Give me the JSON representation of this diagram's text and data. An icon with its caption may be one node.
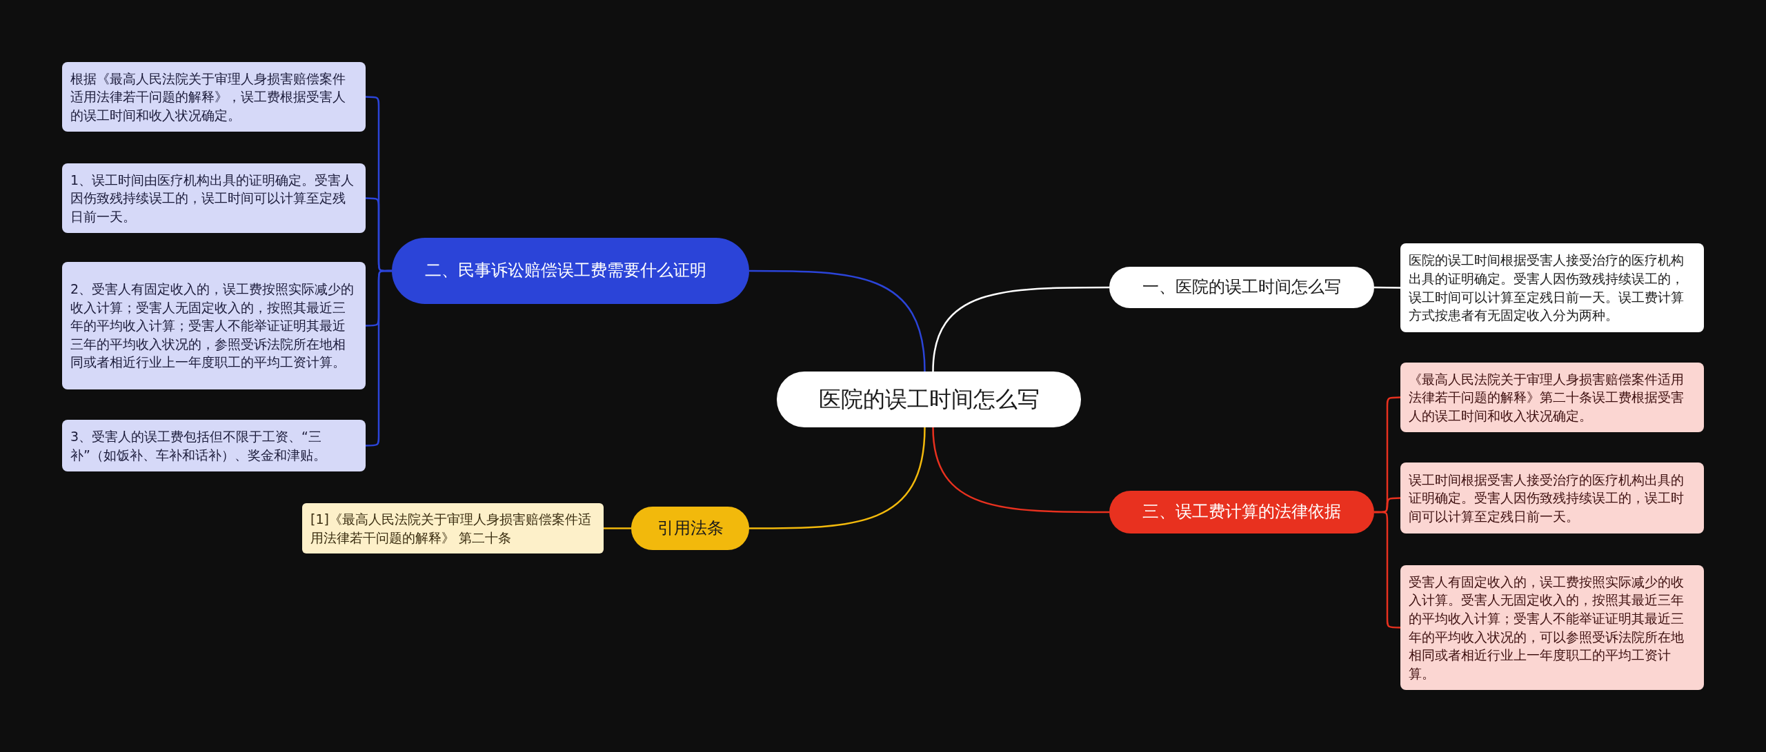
{
  "diagram": {
    "nodes": [
      {
        "text": [
          "医院的误工时间怎么写"
        ]
      },
      {
        "text": [
          "一、医院的误工时间怎么写"
        ]
      },
      {
        "text": [
          "医院的误工时间根据受害人接受治疗的医疗机构出具的证明确定。受害人因伤致残持续误工的，误工时间可以计算至定残日前一天。误工费计算方式按患者有无固定收入分为两种。"
        ]
      },
      {
        "text": [
          "二、民事诉讼赔偿误工费需要什么证明"
        ]
      },
      {
        "text": [
          "根据《最高人民法院关于审理人身损害赔偿案件适用法律若干问题的解释》，误工费根据受害人的误工时间和收入状况确定。"
        ]
      },
      {
        "text": [
          "1、误工时间由医疗机构出具的证明确定。受害人因伤致残持续误工的，误工时间可以计算至定残日前一天。"
        ]
      },
      {
        "text": [
          "2、受害人有固定收入的，误工费按照实际减少的收入计算；受害人无固定收入的，按照其最近三年的平均收入计算；受害人不能举证证明其最近三年的平均收入状况的，参照受诉法院所在地相同或者相近行业上一年度职工的平均工资计算。"
        ]
      },
      {
        "text": [
          "3、受害人的误工费包括但不限于工资、“三补”（如饭补、车补和话补）、奖金和津贴。"
        ]
      },
      {
        "text": [
          "三、误工费计算的法律依据"
        ]
      },
      {
        "text": [
          "《最高人民法院关于审理人身损害赔偿案件适用法律若干问题的解释》第二十条误工费根据受害人的误工时间和收入状况确定。"
        ]
      },
      {
        "text": [
          "误工时间根据受害人接受治疗的医疗机构出具的证明确定。受害人因伤致残持续误工的，误工时间可以计算至定残日前一天。"
        ]
      },
      {
        "text": [
          "受害人有固定收入的，误工费按照实际减少的收入计算。受害人无固定收入的，按照其最近三年的平均收入计算；受害人不能举证证明其最近三年的平均收入状况的，可以参照受诉法院所在地相同或者相近行业上一年度职工的平均工资计算。"
        ]
      },
      {
        "text": [
          "引用法条"
        ]
      },
      {
        "text": [
          "[1]《最高人民法院关于审理人身损害赔偿案件适用法律若干问题的解释》 第二十条"
        ]
      }
    ],
    "edges": [
      {
        "from": 0,
        "to": 1,
        "arrow": "none",
        "color": "#ffffff"
      },
      {
        "from": 1,
        "to": 2,
        "arrow": "none",
        "color": "#ffffff"
      },
      {
        "from": 0,
        "to": 3,
        "arrow": "none",
        "color": "#2b44d8"
      },
      {
        "from": 3,
        "to": 4,
        "arrow": "none",
        "color": "#2b44d8"
      },
      {
        "from": 3,
        "to": 5,
        "arrow": "none",
        "color": "#2b44d8"
      },
      {
        "from": 3,
        "to": 6,
        "arrow": "none",
        "color": "#2b44d8"
      },
      {
        "from": 3,
        "to": 7,
        "arrow": "none",
        "color": "#2b44d8"
      },
      {
        "from": 0,
        "to": 8,
        "arrow": "none",
        "color": "#e8311f"
      },
      {
        "from": 8,
        "to": 9,
        "arrow": "none",
        "color": "#e8311f"
      },
      {
        "from": 8,
        "to": 10,
        "arrow": "none",
        "color": "#e8311f"
      },
      {
        "from": 8,
        "to": 11,
        "arrow": "none",
        "color": "#e8311f"
      },
      {
        "from": 0,
        "to": 12,
        "arrow": "none",
        "color": "#f2b90c"
      },
      {
        "from": 12,
        "to": 13,
        "arrow": "none",
        "color": "#f2b90c"
      }
    ]
  }
}
